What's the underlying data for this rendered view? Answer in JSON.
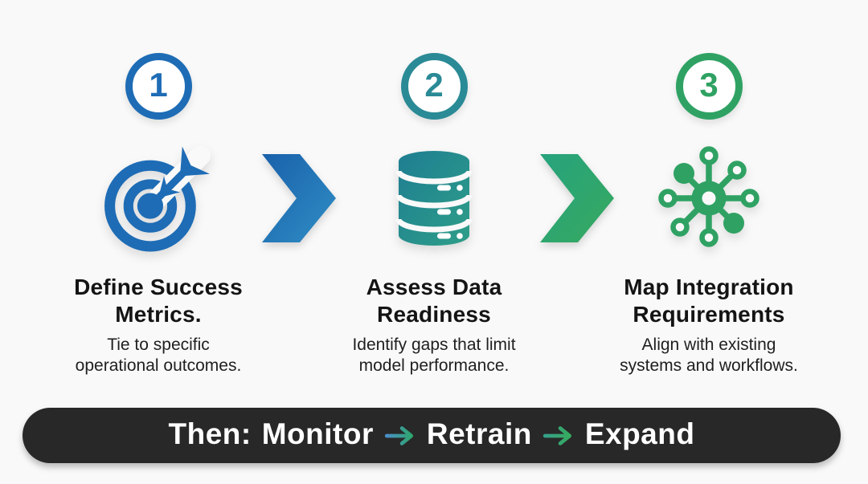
{
  "canvas": {
    "background": "#f9f9f9"
  },
  "steps": [
    {
      "number": "1",
      "accent": "#1e6cb5",
      "icon": "target-icon",
      "title_lines": [
        "Define Success",
        "Metrics."
      ],
      "desc_lines": [
        "Tie to specific",
        "operational outcomes."
      ]
    },
    {
      "number": "2",
      "accent": "#2a8a96",
      "icon": "database-icon",
      "title_lines": [
        "Assess Data",
        "Readiness"
      ],
      "desc_lines": [
        "Identify gaps that limit",
        "model performance."
      ]
    },
    {
      "number": "3",
      "accent": "#2fa263",
      "icon": "network-icon",
      "title_lines": [
        "Map Integration",
        "Requirements"
      ],
      "desc_lines": [
        "Align with existing",
        "systems and workflows."
      ]
    }
  ],
  "connectors": [
    {
      "gradient": [
        "#1a61ab",
        "#2f8ec4"
      ]
    },
    {
      "gradient": [
        "#27a37d",
        "#36a95f"
      ]
    }
  ],
  "footer": {
    "label": "Then:",
    "items": [
      "Monitor",
      "Retrain",
      "Expand"
    ],
    "background": "#282828",
    "text_color": "#ffffff",
    "arrow_gradient": [
      "#4a90c8",
      "#2fa56f"
    ]
  }
}
